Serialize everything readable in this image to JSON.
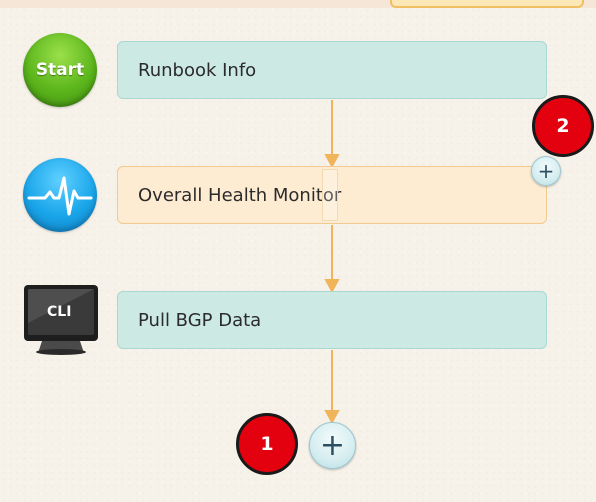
{
  "steps": [
    {
      "label": "Runbook Info",
      "icon": "start-icon",
      "icon_text": "Start"
    },
    {
      "label": "Overall Health Monitor",
      "icon": "heartbeat-icon"
    },
    {
      "label": "Pull BGP Data",
      "icon": "cli-monitor-icon",
      "icon_text": "CLI"
    }
  ],
  "buttons": {
    "add_step_bottom": "+",
    "add_branch": "+"
  },
  "callouts": {
    "one": "1",
    "two": "2"
  },
  "colors": {
    "card_teal": "#cce9e4",
    "card_orange": "#fdebd2",
    "connector": "#f0b45a",
    "callout_red": "#e3000f"
  }
}
